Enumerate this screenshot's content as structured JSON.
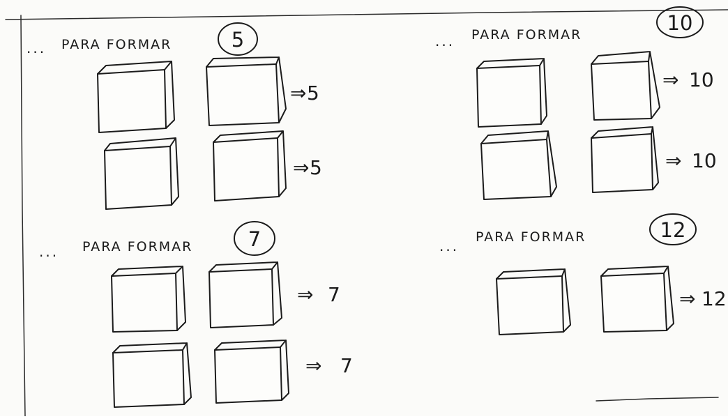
{
  "worksheet": {
    "sections": [
      {
        "dots": "...",
        "heading": "PARA FORMAR",
        "target": "5",
        "rows": [
          {
            "arrow": "⇒",
            "result": "5"
          },
          {
            "arrow": "⇒",
            "result": "5"
          }
        ]
      },
      {
        "dots": "...",
        "heading": "PARA FORMAR",
        "target": "10",
        "rows": [
          {
            "arrow": "⇒",
            "result": "10"
          },
          {
            "arrow": "⇒",
            "result": "10"
          }
        ]
      },
      {
        "dots": "...",
        "heading": "PARA FORMAR",
        "target": "7",
        "rows": [
          {
            "arrow": "⇒",
            "result": "7"
          },
          {
            "arrow": "⇒",
            "result": "7"
          }
        ]
      },
      {
        "dots": "...",
        "heading": "PARA FORMAR",
        "target": "12",
        "rows": [
          {
            "arrow": "⇒",
            "result": "12"
          }
        ]
      }
    ]
  }
}
